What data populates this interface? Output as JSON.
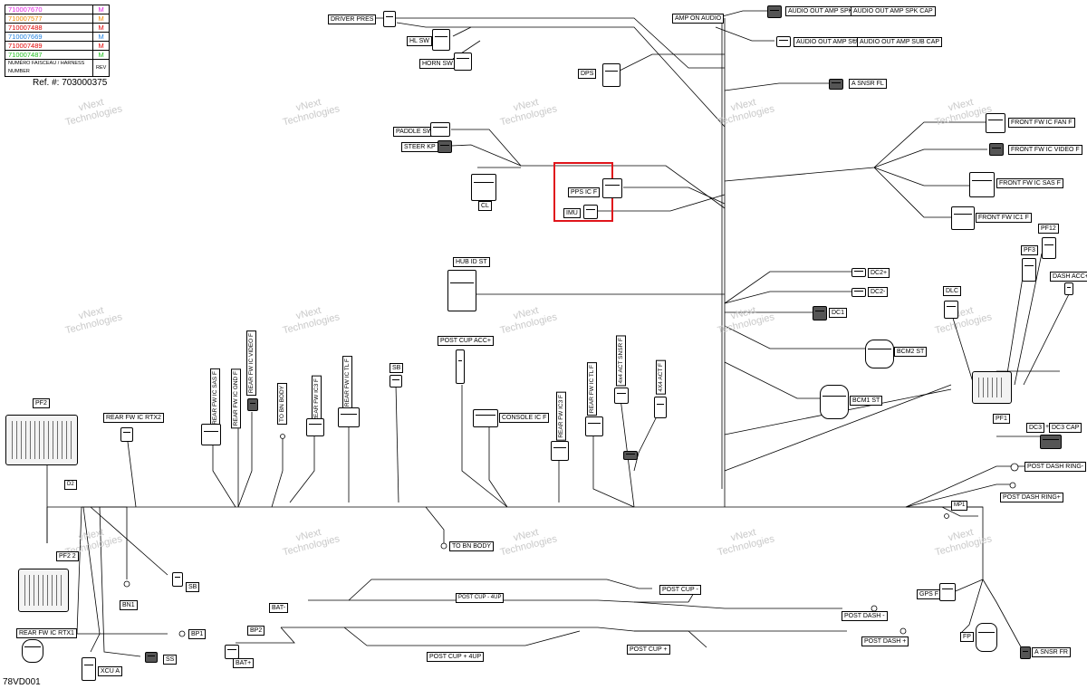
{
  "legend": {
    "rows": [
      {
        "number": "710007670",
        "rev": "M",
        "color": "#e020e0"
      },
      {
        "number": "710007577",
        "rev": "M",
        "color": "#f08a00"
      },
      {
        "number": "710007488",
        "rev": "M",
        "color": "#e00000"
      },
      {
        "number": "710007669",
        "rev": "M",
        "color": "#1e7fe0"
      },
      {
        "number": "710007489",
        "rev": "M",
        "color": "#e00000"
      },
      {
        "number": "710007487",
        "rev": "M",
        "color": "#20c020"
      }
    ],
    "header_number": "NUMÉRO FAISCEAU / HARNESS NUMBER",
    "header_rev": "REV"
  },
  "ref": "Ref. #:  703000375",
  "doc_code": "78VD001",
  "watermark": {
    "line1": "vNext",
    "line2": "Technologies"
  },
  "labels": {
    "driver_pres": "DRIVER PRES",
    "hl_sw": "HL SW",
    "horn_sw": "HORN SW",
    "dps": "DPS",
    "amp_on_audio": "AMP ON AUDIO",
    "audio_spk": "AUDIO OUT AMP SPK",
    "audio_spk_cap": "AUDIO OUT AMP SPK CAP",
    "audio_sub": "AUDIO OUT AMP SUB",
    "audio_sub_cap": "AUDIO OUT AMP SUB CAP",
    "plus": "+",
    "a_snsr_fl": "A SNSR FL",
    "front_fan": "FRONT FW IC FAN F",
    "front_video": "FRONT FW IC VIDEO F",
    "front_sas": "FRONT FW IC SAS F",
    "front_ic1": "FRONT FW IC1 F",
    "paddle_sw": "PADDLE SW",
    "steer_kp": "STEER KP",
    "cl": "CL",
    "pps_ic_f": "PPS IC F",
    "imu": "IMU",
    "hub_id_st": "HUB ID ST",
    "dc2p": "DC2+",
    "dc2m": "DC2-",
    "dc1": "DC1",
    "dlc": "DLC",
    "pf3": "PF3",
    "pf12": "PF12",
    "dash_acc": "DASH ACC+",
    "bcm2": "BCM2 ST",
    "bcm1": "BCM1 ST",
    "pf1": "PF1",
    "dc3": "DC3",
    "dc3_cap": "DC3 CAP",
    "post_dash_ring_m": "POST DASH RING-",
    "post_dash_ring_p": "POST DASH RING+",
    "mp1": "MP1",
    "gps_f": "GPS F",
    "fp": "FP",
    "a_snsr_fr": "A SNSR FR",
    "post_dash_m": "POST DASH -",
    "post_dash_p": "POST DASH +",
    "post_cup_m": "POST CUP -",
    "post_cup_p": "POST CUP +",
    "post_cup_4up_m": "POST CUP - 4UP",
    "post_cup_4up_p": "POST CUP + 4UP",
    "bat_m": "BAT-",
    "bat_p": "BAT+",
    "bp2": "BP2",
    "bp1": "BP1",
    "ss": "SS",
    "xcu_a": "XCU A",
    "rear_rtx1": "REAR FW IC RTX1",
    "pf2": "PF2",
    "pf22": "PF2 2",
    "d2": "D2",
    "bn1": "BN1",
    "sb_low": "SB",
    "rear_rtx2": "REAR FW IC RTX2",
    "rear_sas": "REAR FW IC SAS F",
    "rear_gnd": "REAR FW IC GND F",
    "rear_video": "REAR FW IC VIDEO F",
    "to_bn_body_v": "TO BN BODY",
    "rear_ic3": "REAR FW IC3 F",
    "rear_tl": "REAR FW IC TL F",
    "sb_top": "SB",
    "post_cup_acc": "POST CUP ACC+",
    "console_ic": "CONSOLE IC F",
    "to_bn_body": "TO BN BODY",
    "rear_ic3_b": "REAR FW IC3 F",
    "rear_tl_b": "REAR FW IC TL F",
    "act_snsr": "4x4 ACT SNSR F",
    "act_4x4": "4X4 ACT F"
  }
}
